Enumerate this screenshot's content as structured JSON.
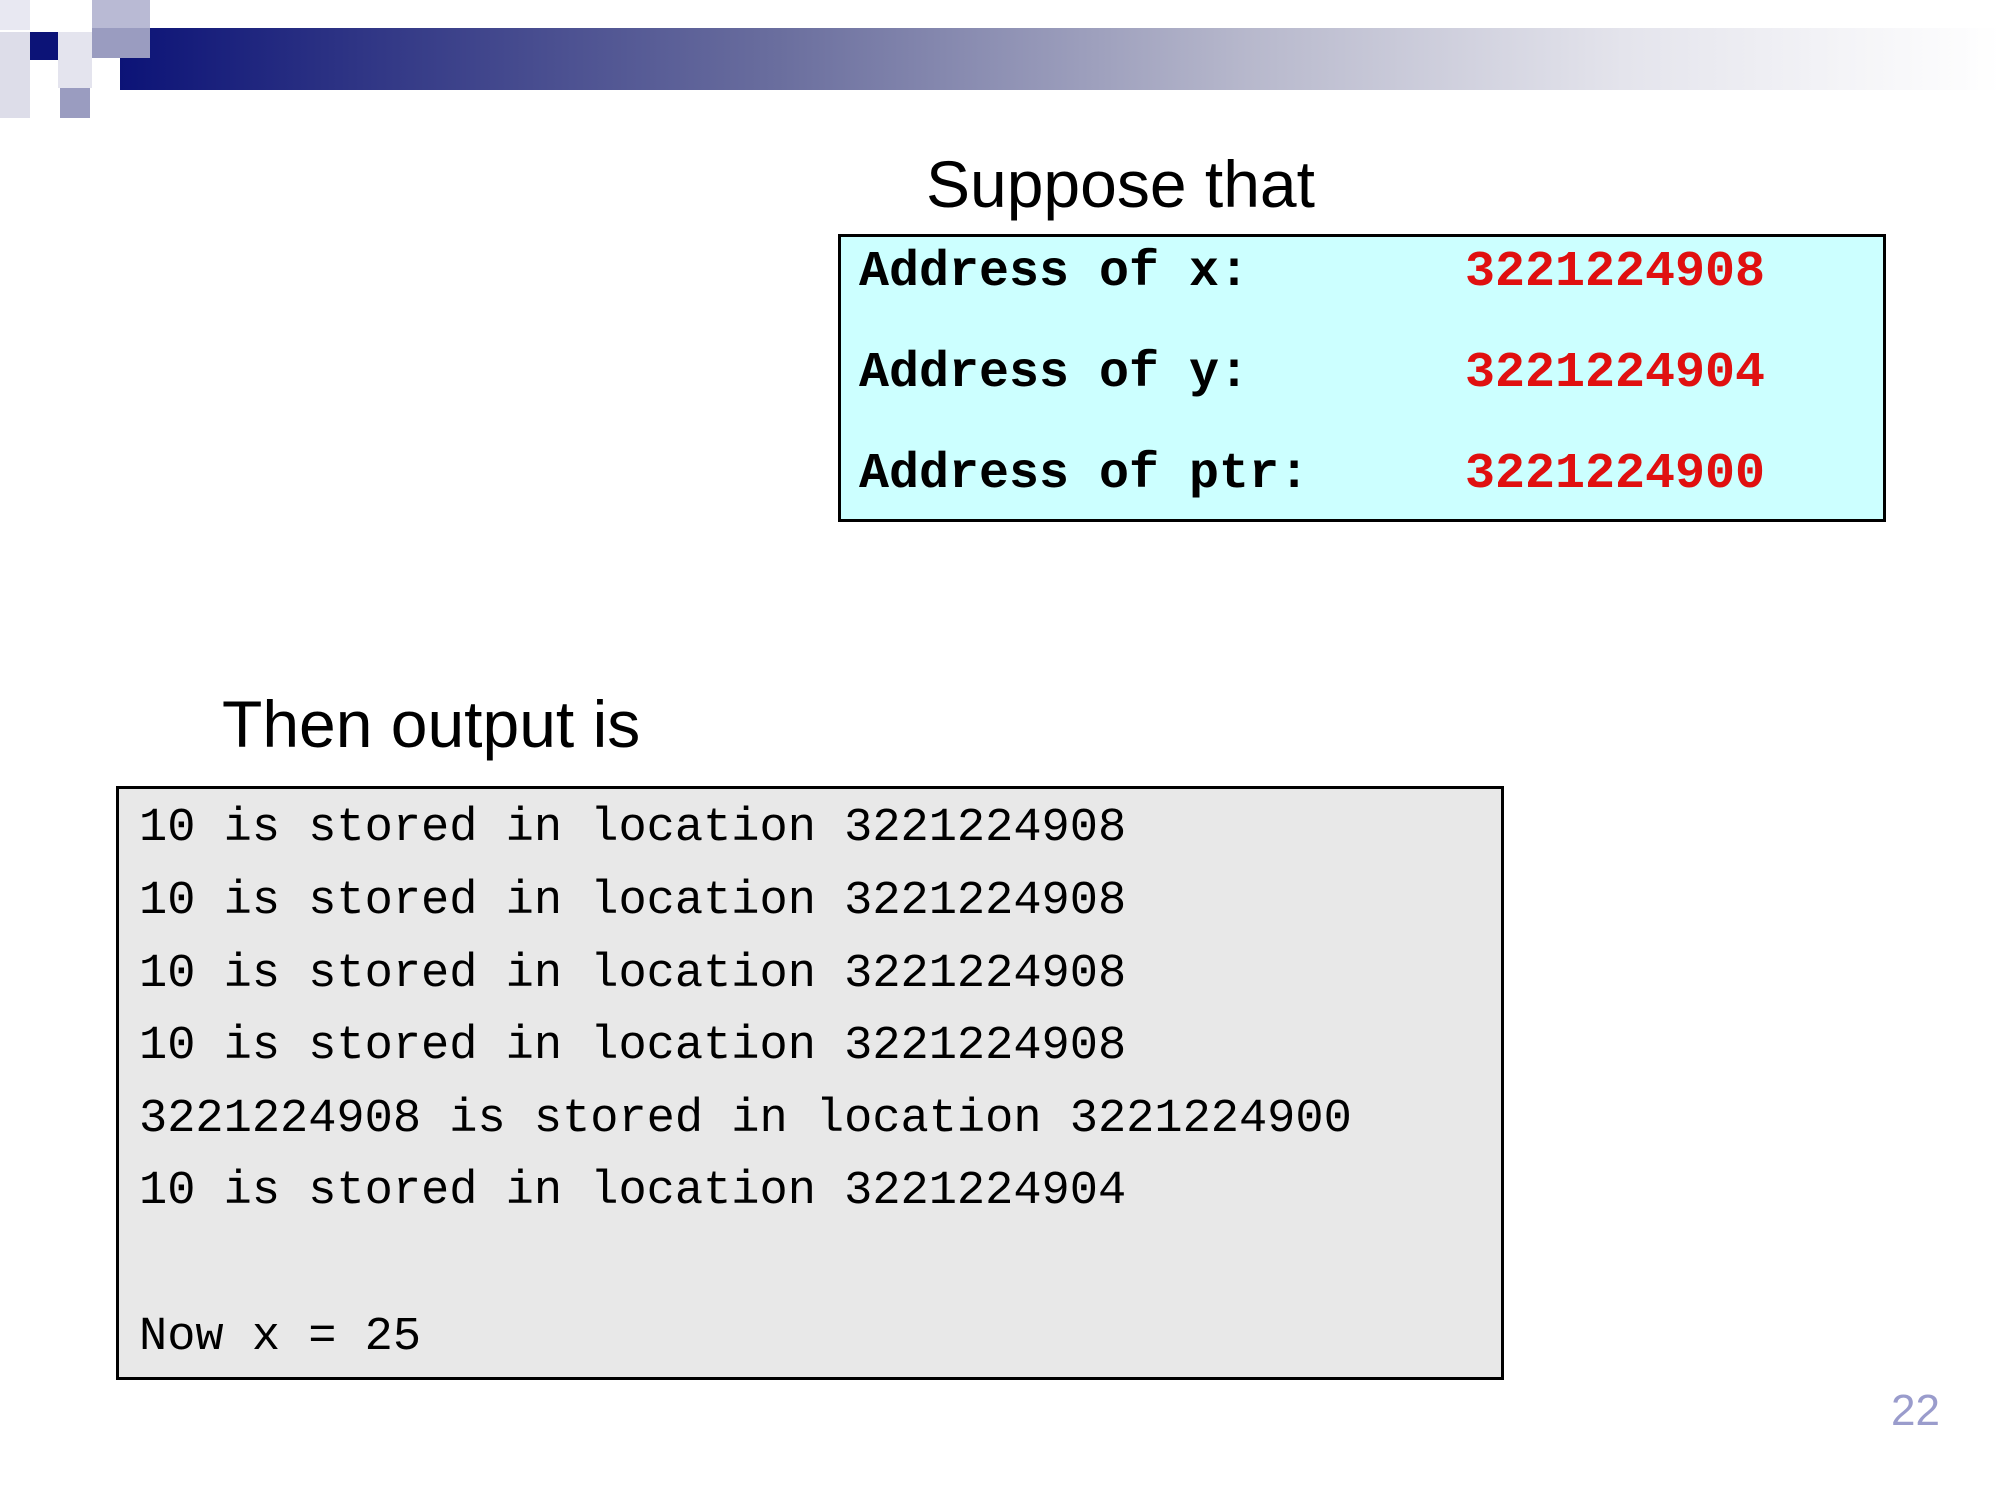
{
  "slide": {
    "suppose_heading": "Suppose that",
    "then_heading": "Then output is",
    "page_number": "22"
  },
  "addresses": [
    {
      "label": "Address of x:",
      "value": "3221224908"
    },
    {
      "label": "Address of y:",
      "value": "3221224904"
    },
    {
      "label": "Address of ptr:",
      "value": "3221224900"
    }
  ],
  "output_lines": [
    "10 is stored in location 3221224908",
    "10 is stored in location 3221224908",
    "10 is stored in location 3221224908",
    "10 is stored in location 3221224908",
    "3221224908 is stored in location 3221224900",
    "10 is stored in location 3221224904",
    "Now x = 25"
  ],
  "colors": {
    "header_dark": "#0c1377",
    "address_box_bg": "#ccffff",
    "address_value": "#e01010",
    "output_box_bg": "#e8e8e8",
    "page_number": "#9a9ccc"
  }
}
